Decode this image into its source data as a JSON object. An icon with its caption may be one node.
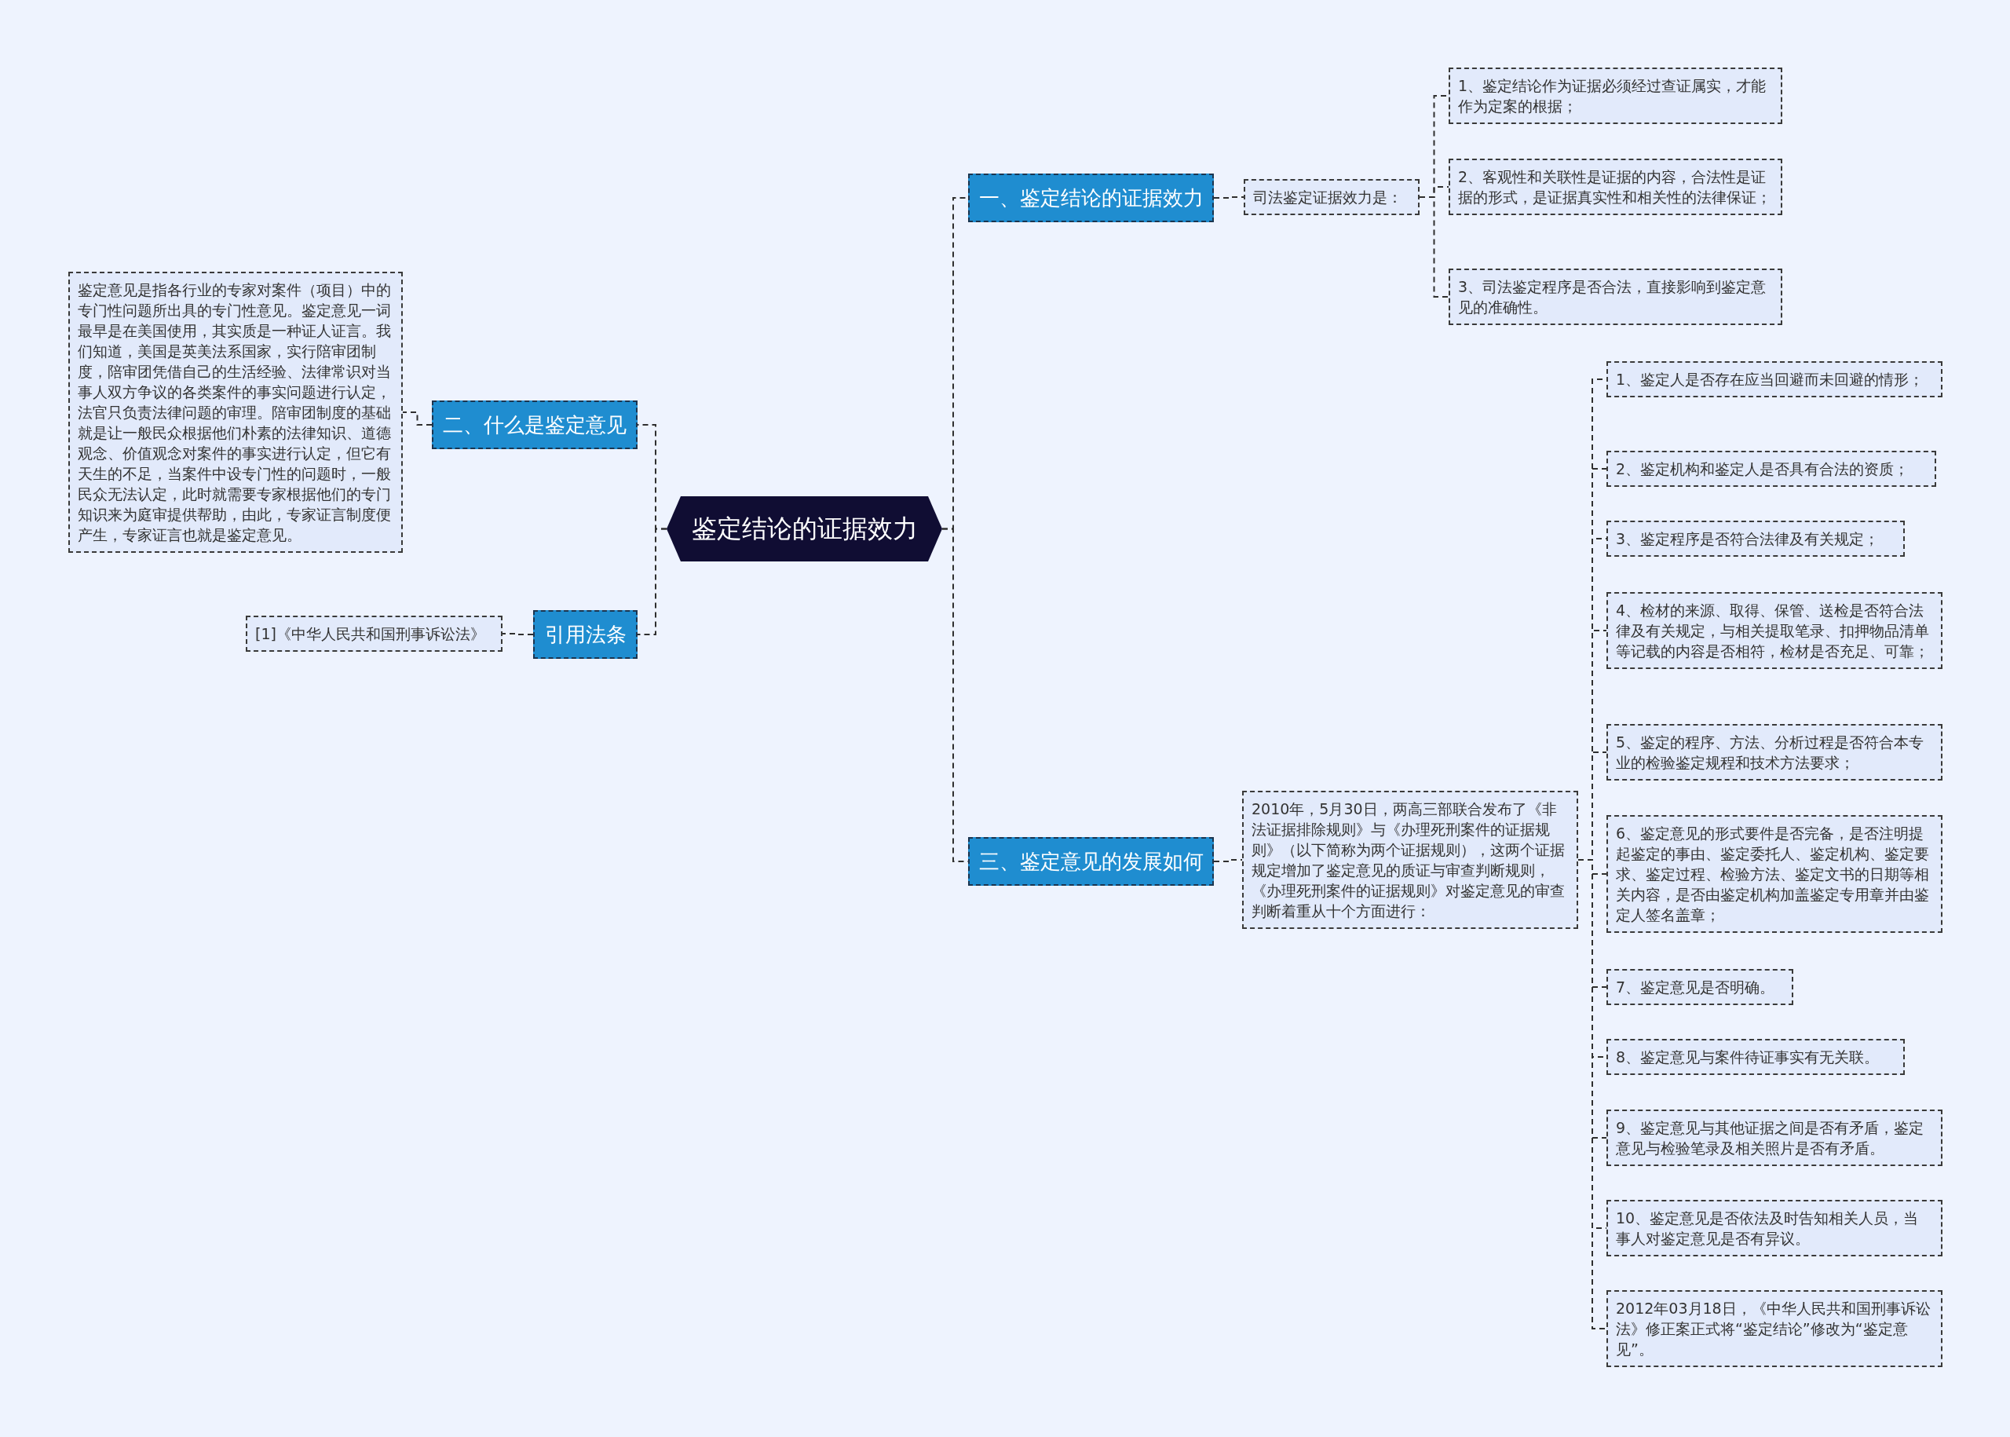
{
  "diagram": {
    "nodes": [
      {
        "text": [
          "鉴定结论的证据效力"
        ]
      },
      {
        "text": [
          "一、鉴定结论的证据效力"
        ]
      },
      {
        "text": [
          "司法鉴定证据效力是："
        ]
      },
      {
        "text": [
          "1、鉴定结论作为证据必须经过查证属实，才能作为定案的根据；"
        ]
      },
      {
        "text": [
          "2、客观性和关联性是证据的内容，合法性是证据的形式，是证据真实性和相关性的法律保证；"
        ]
      },
      {
        "text": [
          "3、司法鉴定程序是否合法，直接影响到鉴定意见的准确性。"
        ]
      },
      {
        "text": [
          "二、什么是鉴定意见"
        ]
      },
      {
        "text": [
          "鉴定意见是指各行业的专家对案件（项目）中的专门性问题所出具的专门性意见。鉴定意见一词最早是在美国使用，其实质是一种证人证言。我们知道，美国是英美法系国家，实行陪审团制度，陪审团凭借自己的生活经验、法律常识对当事人双方争议的各类案件的事实问题进行认定，法官只负责法律问题的审理。陪审团制度的基础就是让一般民众根据他们朴素的法律知识、道德观念、价值观念对案件的事实进行认定，但它有天生的不足，当案件中设专门性的问题时，一般民众无法认定，此时就需要专家根据他们的专门知识来为庭审提供帮助，由此，专家证言制度便产生，专家证言也就是鉴定意见。"
        ]
      },
      {
        "text": [
          "引用法条"
        ]
      },
      {
        "text": [
          "[1]《中华人民共和国刑事诉讼法》"
        ]
      },
      {
        "text": [
          "三、鉴定意见的发展如何"
        ]
      },
      {
        "text": [
          "2010年，5月30日，两高三部联合发布了《非法证据排除规则》与《办理死刑案件的证据规则》（以下简称为两个证据规则），这两个证据规定增加了鉴定意见的质证与审查判断规则，《办理死刑案件的证据规则》对鉴定意见的审查判断着重从十个方面进行："
        ]
      },
      {
        "text": [
          "1、鉴定人是否存在应当回避而未回避的情形；"
        ]
      },
      {
        "text": [
          "2、鉴定机构和鉴定人是否具有合法的资质；"
        ]
      },
      {
        "text": [
          "3、鉴定程序是否符合法律及有关规定；"
        ]
      },
      {
        "text": [
          "4、检材的来源、取得、保管、送检是否符合法律及有关规定，与相关提取笔录、扣押物品清单等记载的内容是否相符，检材是否充足、可靠；"
        ]
      },
      {
        "text": [
          "5、鉴定的程序、方法、分析过程是否符合本专业的检验鉴定规程和技术方法要求；"
        ]
      },
      {
        "text": [
          "6、鉴定意见的形式要件是否完备，是否注明提起鉴定的事由、鉴定委托人、鉴定机构、鉴定要求、鉴定过程、检验方法、鉴定文书的日期等相关内容，是否由鉴定机构加盖鉴定专用章并由鉴定人签名盖章；"
        ]
      },
      {
        "text": [
          "7、鉴定意见是否明确。"
        ]
      },
      {
        "text": [
          "8、鉴定意见与案件待证事实有无关联。"
        ]
      },
      {
        "text": [
          "9、鉴定意见与其他证据之间是否有矛盾，鉴定意见与检验笔录及相关照片是否有矛盾。"
        ]
      },
      {
        "text": [
          "10、鉴定意见是否依法及时告知相关人员，当事人对鉴定意见是否有异议。"
        ]
      },
      {
        "text": [
          "2012年03月18日，《中华人民共和国刑事诉讼法》修正案正式将“鉴定结论”修改为“鉴定意见”。"
        ]
      }
    ],
    "edges": [
      {
        "from": 0,
        "to": 1,
        "arrow": "none"
      },
      {
        "from": 1,
        "to": 2,
        "arrow": "none"
      },
      {
        "from": 2,
        "to": 3,
        "arrow": "none"
      },
      {
        "from": 2,
        "to": 4,
        "arrow": "none"
      },
      {
        "from": 2,
        "to": 5,
        "arrow": "none"
      },
      {
        "from": 0,
        "to": 6,
        "arrow": "none"
      },
      {
        "from": 6,
        "to": 7,
        "arrow": "none"
      },
      {
        "from": 0,
        "to": 8,
        "arrow": "none"
      },
      {
        "from": 8,
        "to": 9,
        "arrow": "none"
      },
      {
        "from": 0,
        "to": 10,
        "arrow": "none"
      },
      {
        "from": 10,
        "to": 11,
        "arrow": "none"
      },
      {
        "from": 11,
        "to": 12,
        "arrow": "none"
      },
      {
        "from": 11,
        "to": 13,
        "arrow": "none"
      },
      {
        "from": 11,
        "to": 14,
        "arrow": "none"
      },
      {
        "from": 11,
        "to": 15,
        "arrow": "none"
      },
      {
        "from": 11,
        "to": 16,
        "arrow": "none"
      },
      {
        "from": 11,
        "to": 17,
        "arrow": "none"
      },
      {
        "from": 11,
        "to": 18,
        "arrow": "none"
      },
      {
        "from": 11,
        "to": 19,
        "arrow": "none"
      },
      {
        "from": 11,
        "to": 20,
        "arrow": "none"
      },
      {
        "from": 11,
        "to": 21,
        "arrow": "none"
      },
      {
        "from": 11,
        "to": 22,
        "arrow": "none"
      }
    ]
  }
}
